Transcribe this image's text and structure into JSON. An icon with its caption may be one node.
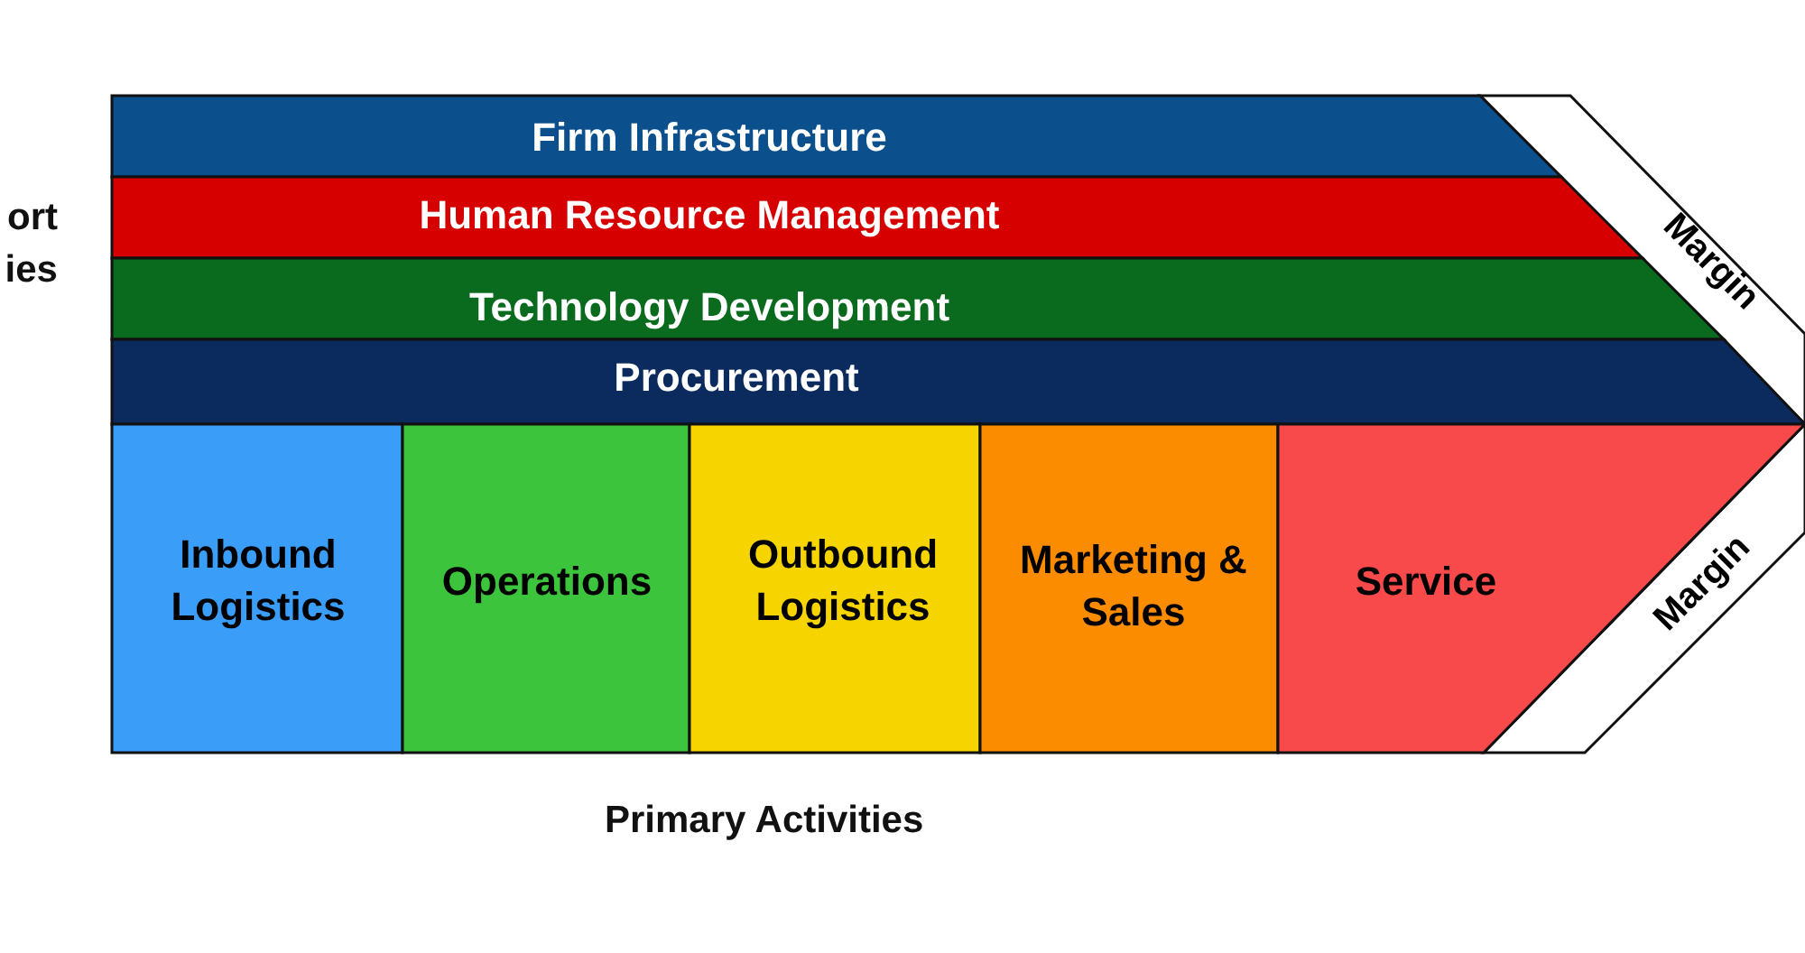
{
  "diagram": {
    "nodes": [
      {
        "text": [
          "Firm Infrastructure"
        ]
      },
      {
        "text": [
          "Human Resource Management"
        ]
      },
      {
        "text": [
          "Technology Development"
        ]
      },
      {
        "text": [
          "Procurement"
        ]
      },
      {
        "text": [
          "Inbound Logistics"
        ]
      },
      {
        "text": [
          "Operations"
        ]
      },
      {
        "text": [
          "Outbound Logistics"
        ]
      },
      {
        "text": [
          "Marketing & Sales"
        ]
      },
      {
        "text": [
          "Service"
        ]
      },
      {
        "text": [
          "Margin"
        ]
      },
      {
        "text": [
          "Margin"
        ]
      }
    ],
    "edges": [],
    "labels": [
      "ort ies",
      "Primary Activities"
    ]
  }
}
